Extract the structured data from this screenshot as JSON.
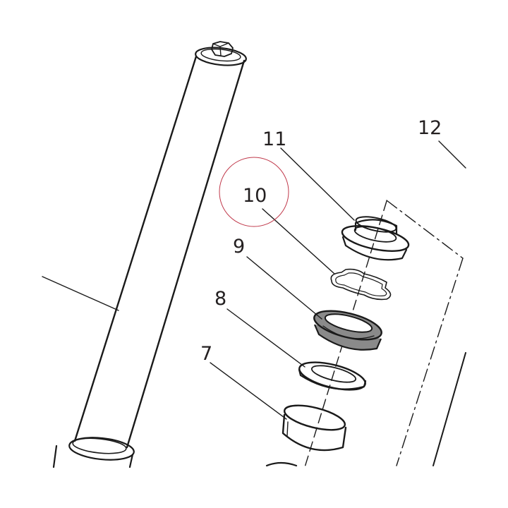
{
  "callouts": {
    "part_7": "7",
    "part_8": "8",
    "part_9": "9",
    "part_10": "10",
    "part_11": "11",
    "part_12": "12"
  },
  "colors": {
    "line": "#1a1a1a",
    "seal_fill": "#8a8a8a",
    "seal_dark": "#4d4d4d",
    "highlight_circle": "#c0394b",
    "background": "#ffffff"
  },
  "highlighted_part": "10"
}
